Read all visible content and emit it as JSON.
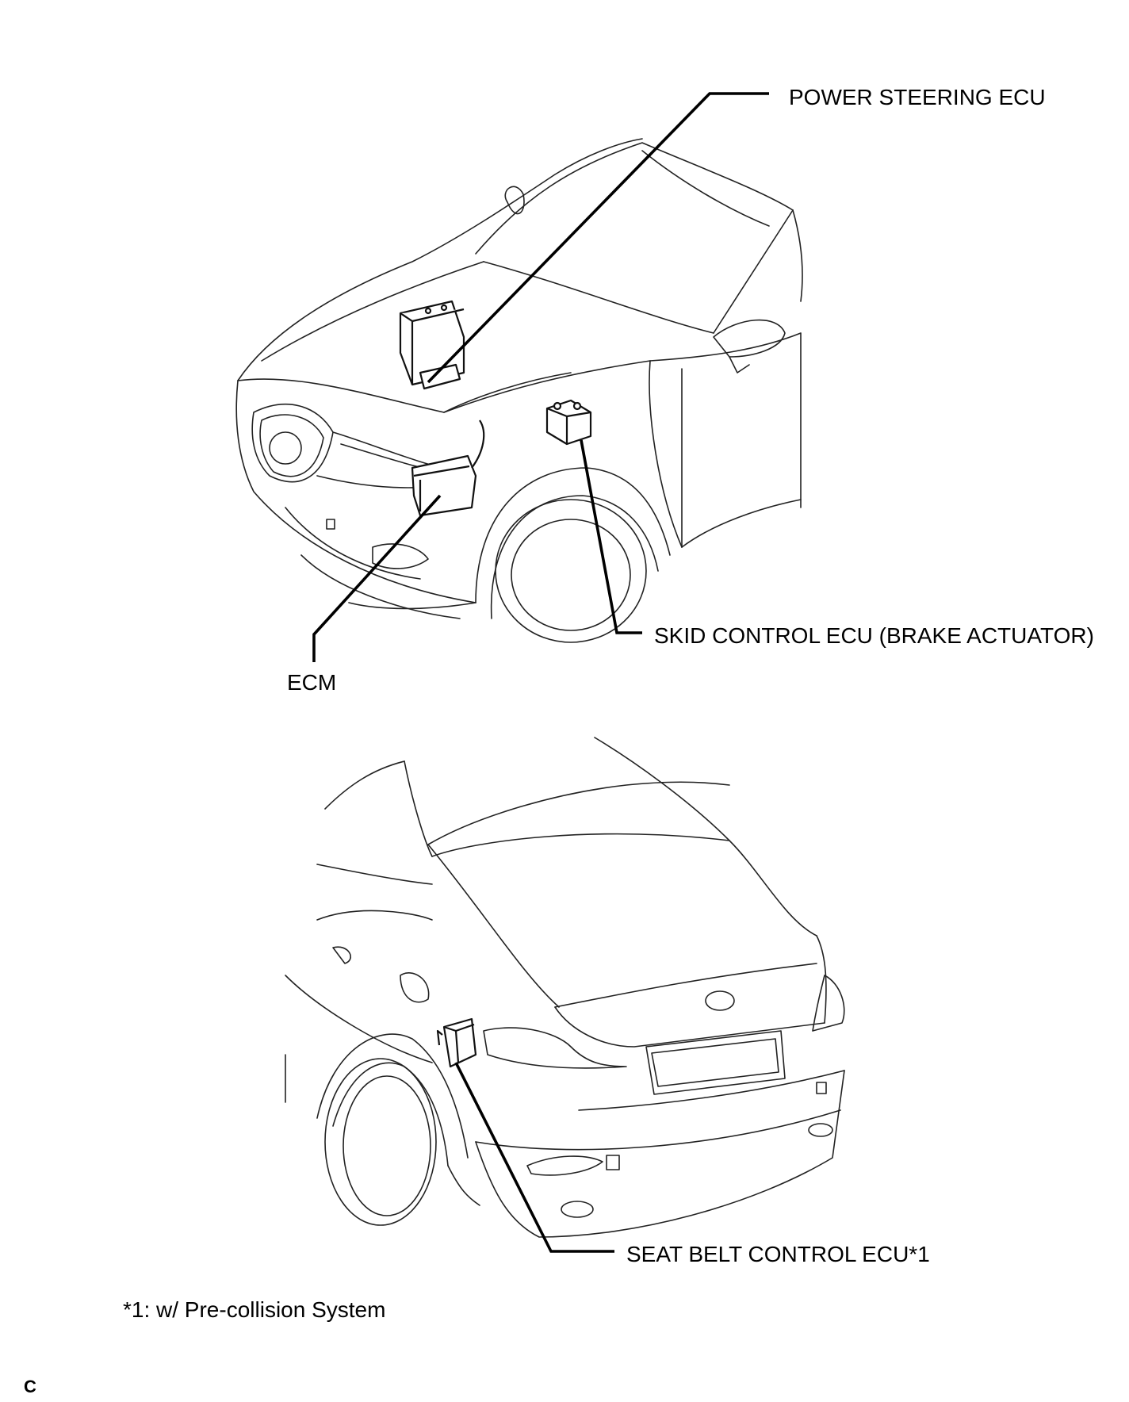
{
  "labels": {
    "power_steering_ecu": "POWER STEERING ECU",
    "ecm": "ECM",
    "skid_control_ecu": "SKID CONTROL ECU (BRAKE ACTUATOR)",
    "seat_belt_control_ecu": "SEAT BELT CONTROL ECU*1"
  },
  "footnote": "*1: w/ Pre-collision System",
  "figure_code": "C"
}
